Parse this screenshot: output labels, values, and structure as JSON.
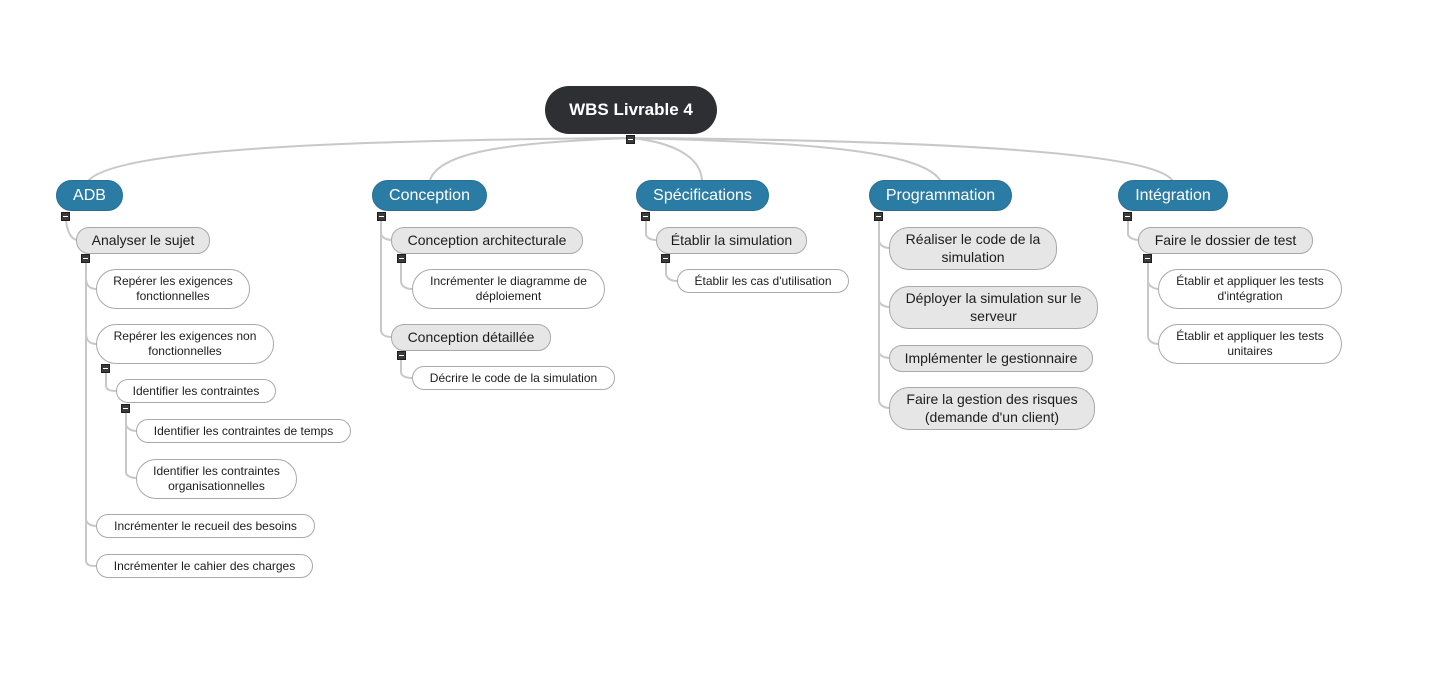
{
  "root": "WBS Livrable 4",
  "branches": [
    {
      "label": "ADB",
      "children": [
        {
          "label": "Analyser le sujet",
          "children": [
            "Repérer les exigences fonctionnelles",
            "Repérer les exigences non fonctionnelles",
            "Identifier les contraintes",
            "Identifier les contraintes de temps",
            "Identifier les contraintes organisationnelles",
            "Incrémenter le recueil des besoins",
            "Incrémenter le cahier des charges"
          ]
        }
      ]
    },
    {
      "label": "Conception",
      "children": [
        {
          "label": "Conception architecturale",
          "children": [
            "Incrémenter le diagramme de déploiement"
          ]
        },
        {
          "label": "Conception détaillée",
          "children": [
            "Décrire le code de la simulation"
          ]
        }
      ]
    },
    {
      "label": "Spécifications",
      "children": [
        {
          "label": "Établir la simulation",
          "children": [
            "Établir les cas d'utilisation"
          ]
        }
      ]
    },
    {
      "label": "Programmation",
      "children": [
        {
          "label": "Réaliser le code de la simulation"
        },
        {
          "label": "Déployer la simulation sur le serveur"
        },
        {
          "label": "Implémenter le gestionnaire"
        },
        {
          "label": "Faire la gestion des risques (demande d'un client)"
        }
      ]
    },
    {
      "label": "Intégration",
      "children": [
        {
          "label": "Faire le dossier de test",
          "children": [
            "Établir et appliquer les tests d'intégration",
            "Établir et appliquer les tests unitaires"
          ]
        }
      ]
    }
  ],
  "colors": {
    "root": "#2e2f33",
    "branch": "#2b7ca5",
    "sub": "#e6e6e6",
    "leaf": "#ffffff",
    "connector": "#c8c8c8"
  }
}
